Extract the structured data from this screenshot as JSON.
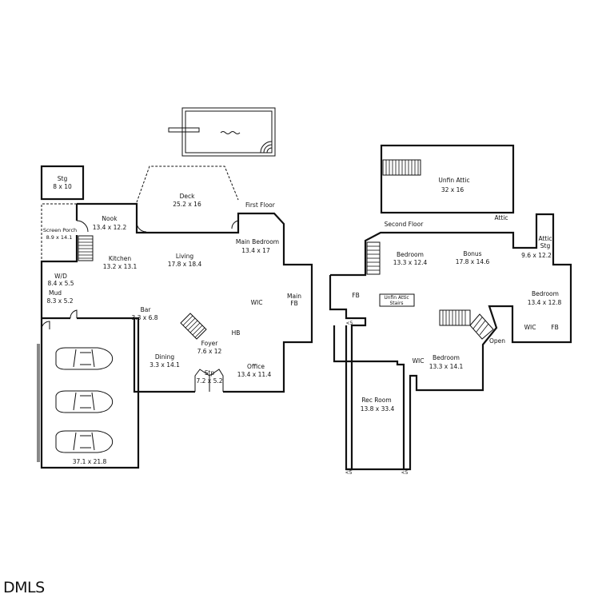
{
  "first_floor": {
    "title": "First Floor",
    "rooms": {
      "stg": {
        "name": "Stg",
        "dim": "8 x 10"
      },
      "deck": {
        "name": "Deck",
        "dim": "25.2 x 16"
      },
      "nook": {
        "name": "Nook",
        "dim": "13.4 x 12.2"
      },
      "screen_porch": {
        "name": "Screen Porch",
        "dim": "8.9 x 14.1"
      },
      "kitchen": {
        "name": "Kitchen",
        "dim": "13.2 x 13.1"
      },
      "living": {
        "name": "Living",
        "dim": "17.8 x 18.4"
      },
      "main_bedroom": {
        "name": "Main Bedroom",
        "dim": "13.4 x 17"
      },
      "wd": {
        "name": "W/D",
        "dim": "8.4 x 5.5"
      },
      "mud": {
        "name": "Mud",
        "dim": "8.3 x 5.2"
      },
      "bar": {
        "name": "Bar",
        "dim": "3.3 x 6.8"
      },
      "wic": {
        "name": "WIC"
      },
      "main_fb": {
        "name": "Main",
        "name2": "FB"
      },
      "hb": {
        "name": "HB"
      },
      "foyer": {
        "name": "Foyer",
        "dim": "7.6 x 12"
      },
      "dining": {
        "name": "Dining",
        "dim": "3.3 x 14.1"
      },
      "office": {
        "name": "Office",
        "dim": "13.4 x 11.4"
      },
      "stp": {
        "name": "Stp",
        "dim": "7.2 x 5.2"
      },
      "garage": {
        "dim": "37.1 x 21.8"
      }
    }
  },
  "second_floor": {
    "title": "Second Floor",
    "rooms": {
      "unfin_attic": {
        "name": "Unfin Attic",
        "dim": "32 x 16"
      },
      "attic": {
        "name": "Attic"
      },
      "attic_stg": {
        "name": "Attic",
        "name2": "Stg",
        "dim": "9.6 x 12.2"
      },
      "bedroom_1": {
        "name": "Bedroom",
        "dim": "13.3 x 12.4"
      },
      "bonus": {
        "name": "Bonus",
        "dim": "17.8 x 14.6"
      },
      "fb_left": {
        "name": "FB"
      },
      "attic_stairs": {
        "name": "Unfin Attic",
        "name2": "Stairs"
      },
      "bedroom_right": {
        "name": "Bedroom",
        "dim": "13.4 x 12.8"
      },
      "wic_right": {
        "name": "WIC"
      },
      "fb_right": {
        "name": "FB"
      },
      "open": {
        "name": "Open"
      },
      "wic_lower": {
        "name": "WIC"
      },
      "bedroom_lower": {
        "name": "Bedroom",
        "dim": "13.3 x 14.1"
      },
      "rec_room": {
        "name": "Rec Room",
        "dim": "13.8 x 33.4"
      },
      "low1": {
        "name": "<5"
      },
      "low2": {
        "name": "<5"
      },
      "low3": {
        "name": "<5"
      }
    }
  },
  "logo": {
    "text": "DMLS"
  },
  "icons": [
    "pool-icon",
    "car-icon",
    "stairs-icon",
    "door-icon"
  ]
}
